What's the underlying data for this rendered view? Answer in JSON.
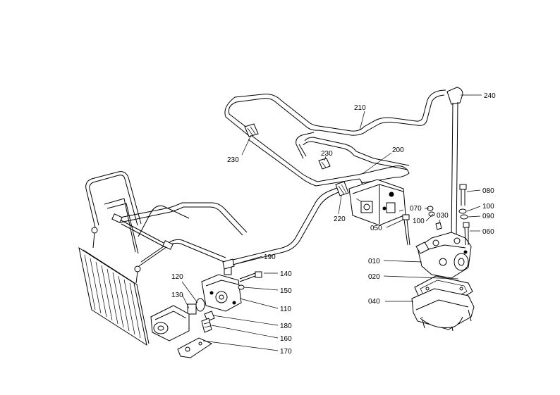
{
  "colors": {
    "line": "#000000",
    "background": "#ffffff"
  },
  "part_numbers": {
    "p010": "010",
    "p020": "020",
    "p030": "030",
    "p040": "040",
    "p050": "050",
    "p060": "060",
    "p070": "070",
    "p080": "080",
    "p090": "090",
    "p100a": "100",
    "p100b": "100",
    "p110": "110",
    "p120": "120",
    "p130": "130",
    "p140": "140",
    "p150": "150",
    "p160": "160",
    "p170": "170",
    "p180": "180",
    "p190": "190",
    "p200": "200",
    "p210": "210",
    "p220": "220",
    "p230a": "230",
    "p230b": "230",
    "p240": "240"
  }
}
